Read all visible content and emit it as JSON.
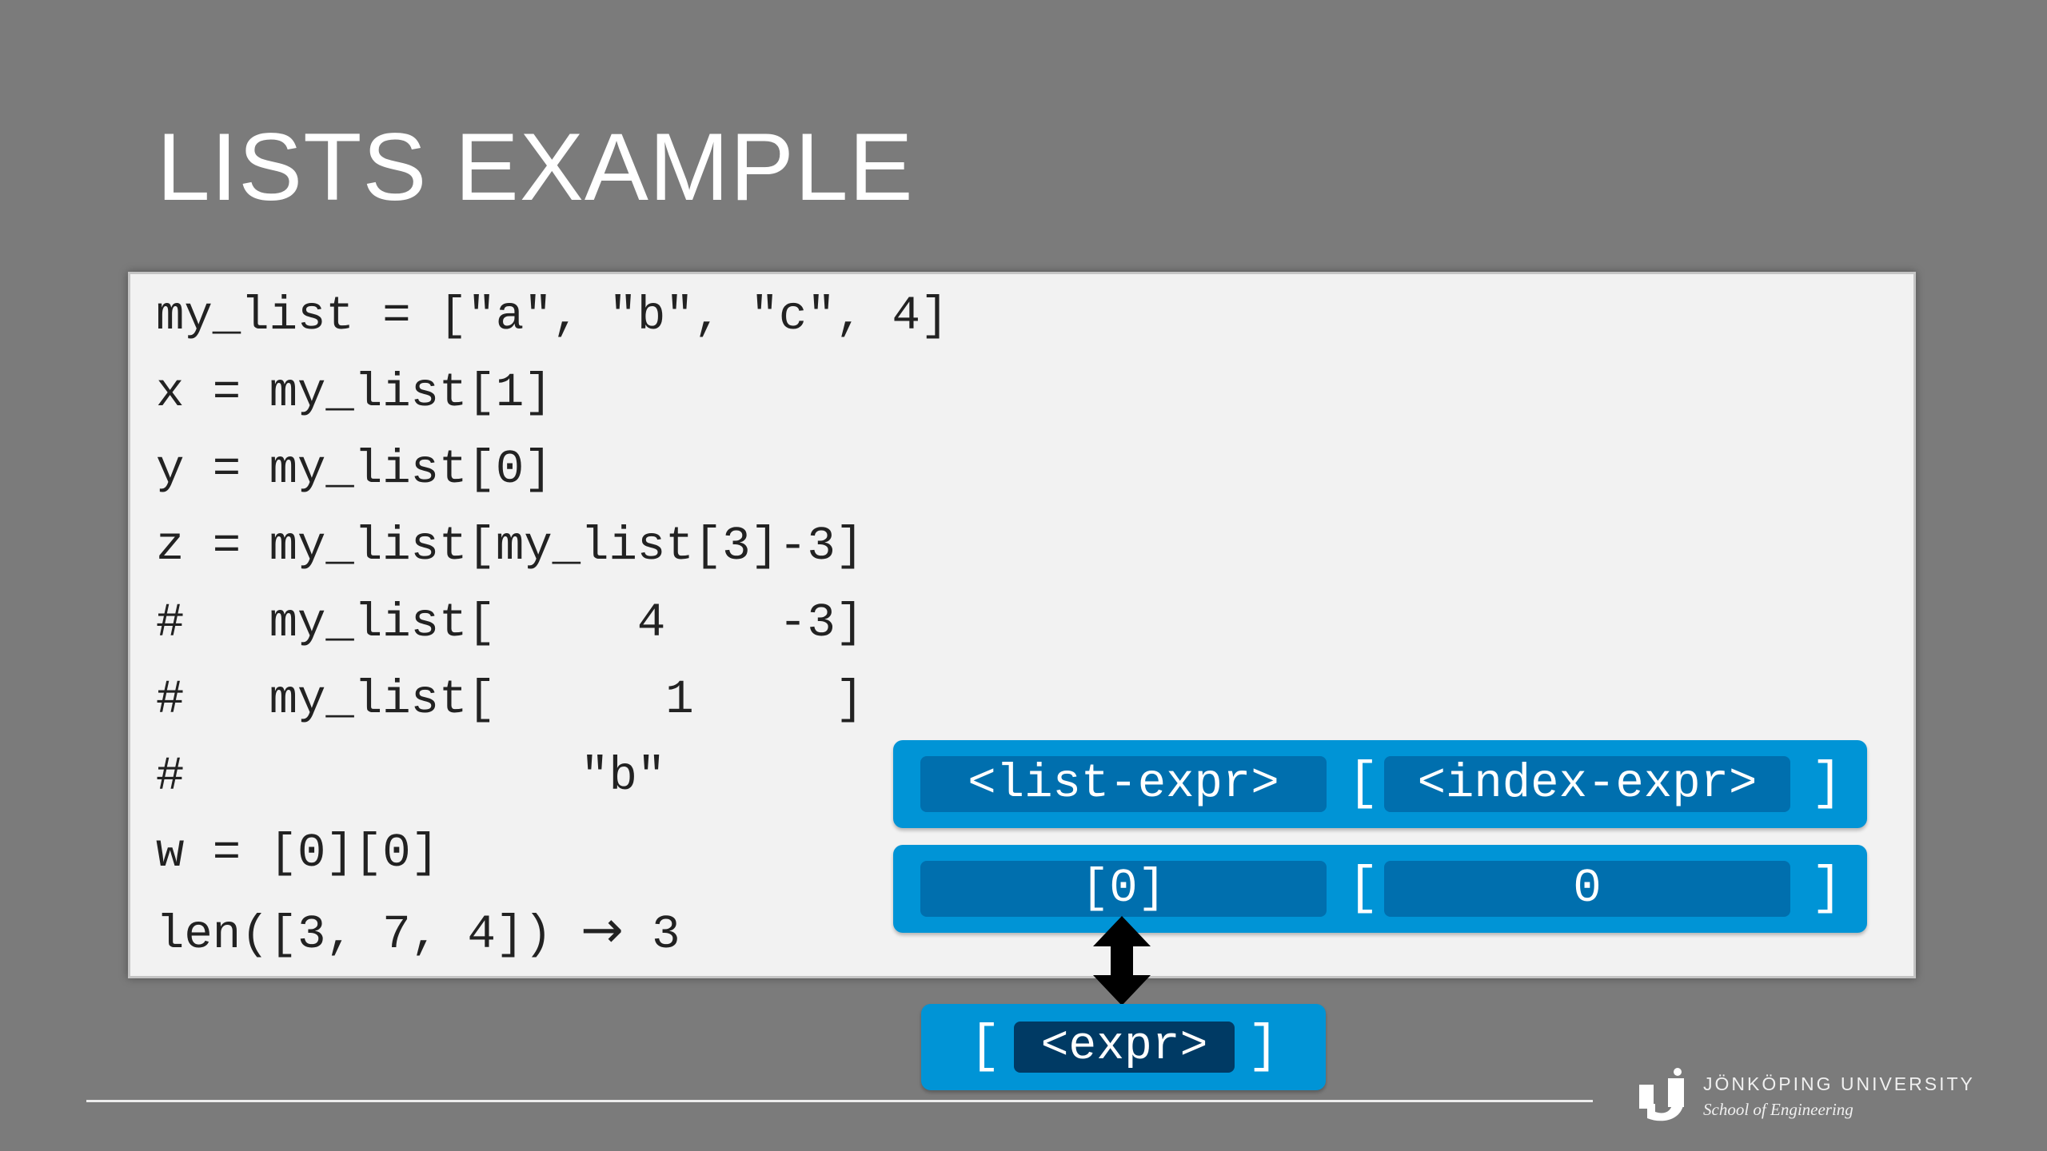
{
  "slide": {
    "title": "LISTS EXAMPLE"
  },
  "code": {
    "lines": [
      "my_list = [\"a\", \"b\", \"c\", 4]",
      "x = my_list[1]",
      "y = my_list[0]",
      "z = my_list[my_list[3]-3]",
      "#   my_list[     4    -3]",
      "#   my_list[      1     ]",
      "#              \"b\"",
      "w = [0][0]",
      "len([3, 7, 4])"
    ],
    "len_arrow": "→",
    "len_result": "3"
  },
  "grammar": {
    "row1": {
      "left": "<list-expr>",
      "open": "[",
      "right": "<index-expr>",
      "close": "]"
    },
    "row2": {
      "left": "[0]",
      "open": "[",
      "right": "0",
      "close": "]"
    },
    "list_literal": {
      "open": "[",
      "inner": "<expr>",
      "close": "]"
    }
  },
  "footer": {
    "university": "JÖNKÖPING UNIVERSITY",
    "school": "School of Engineering"
  },
  "colors": {
    "background": "#7b7b7b",
    "code_bg": "#f2f2f2",
    "bar": "#0094d6",
    "slot": "#006fae",
    "expr_slot": "#003a64"
  }
}
